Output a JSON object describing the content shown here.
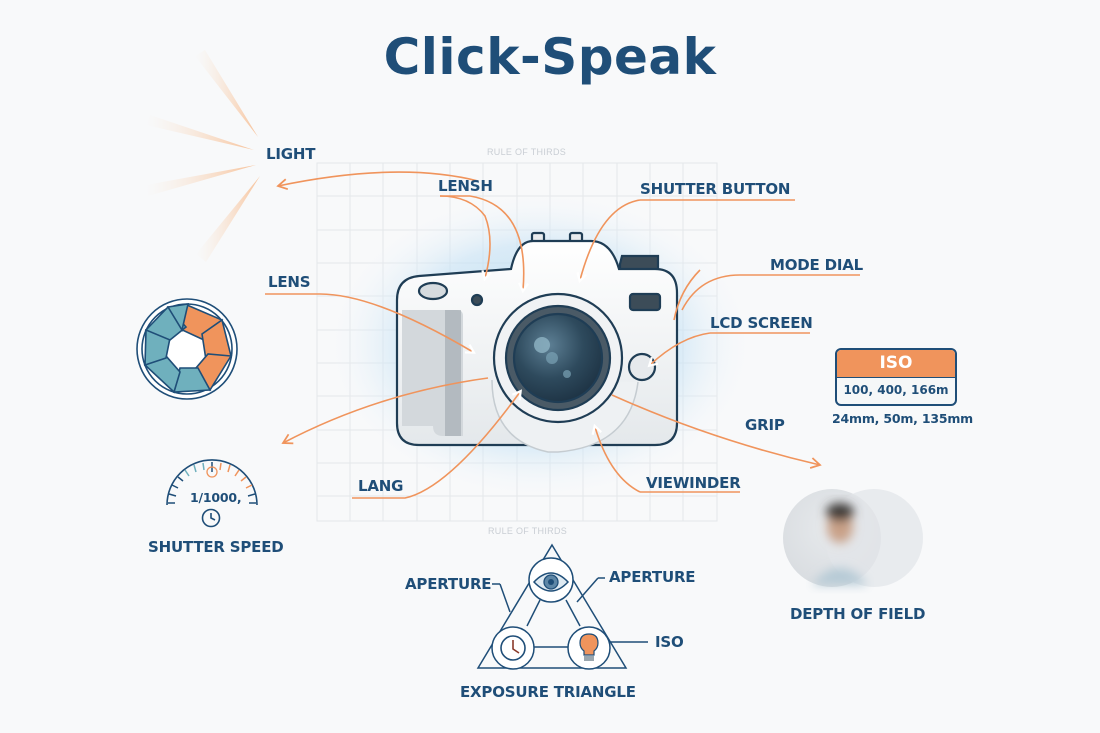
{
  "title": "Click-Speak",
  "colors": {
    "primary": "#1f4e78",
    "accent": "#f0945c",
    "teal": "#6fb0bd",
    "glow": "#a8d2ef",
    "background": "#f8f9fa"
  },
  "grid": {
    "caption_top": "RULE OF THIRDS",
    "caption_bottom": "RULE OF THIRDS"
  },
  "labels": {
    "light": "LIGHT",
    "lensh": "LENSH",
    "shutter_button": "SHUTTER BUTTON",
    "mode_dial": "MODE DIAL",
    "lens": "LENS",
    "lcd_screen": "LCD SCREEN",
    "grip": "GRIP",
    "lang": "LANG",
    "viewinder": "VIEWINDER"
  },
  "iso_card": {
    "header": "ISO",
    "values": "100, 400, 166m",
    "focal_lengths": "24mm, 50m, 135mm"
  },
  "shutter_speed": {
    "value": "1/1000,",
    "label": "SHUTTER SPEED"
  },
  "exposure_triangle": {
    "label": "EXPOSURE TRIANGLE",
    "aperture_left": "APERTURE",
    "aperture_right": "APERTURE",
    "iso": "ISO"
  },
  "depth_of_field": {
    "label": "DEPTH OF FIELD"
  },
  "icons": [
    "light-rays-icon",
    "aperture-blades-icon",
    "shutter-dial-icon",
    "clock-icon",
    "eye-icon",
    "lightbulb-icon",
    "camera-icon",
    "portrait-blur-icon"
  ]
}
